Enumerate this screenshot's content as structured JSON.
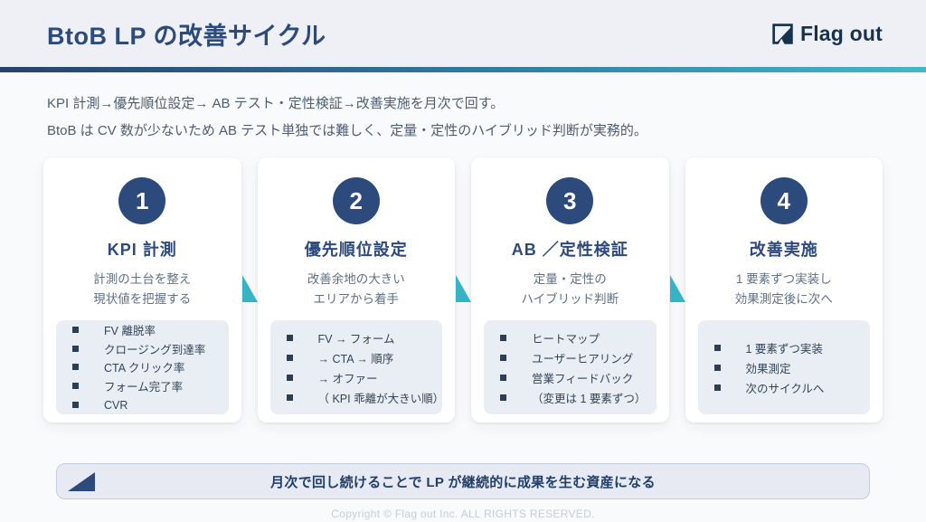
{
  "header": {
    "title": "BtoB LP の改善サイクル",
    "logo_text": "Flag out"
  },
  "intro": {
    "line1": "KPI 計測→優先順位設定→ AB テスト・定性検証→改善実施を月次で回す。",
    "line2": "BtoB は CV 数が少ないため AB テスト単独では難しく、定量・定性のハイブリッド判断が実務的。"
  },
  "cards": [
    {
      "number": "1",
      "title": "KPI 計測",
      "desc1": "計測の土台を整え",
      "desc2": "現状値を把握する",
      "items": [
        "FV 離脱率",
        "クロージング到達率",
        "CTA クリック率",
        "フォーム完了率",
        "CVR"
      ]
    },
    {
      "number": "2",
      "title": "優先順位設定",
      "desc1": "改善余地の大きい",
      "desc2": "エリアから着手",
      "items": [
        "FV → フォーム",
        "→ CTA → 順序",
        "→ オファー",
        "（ KPI 乖離が大きい順）"
      ]
    },
    {
      "number": "3",
      "title": "AB ／定性検証",
      "desc1": "定量・定性の",
      "desc2": "ハイブリッド判断",
      "items": [
        "ヒートマップ",
        "ユーザーヒアリング",
        "営業フィードバック",
        "（変更は 1 要素ずつ）"
      ]
    },
    {
      "number": "4",
      "title": "改善実施",
      "desc1": "1 要素ずつ実装し",
      "desc2": "効果測定後に次へ",
      "items": [
        "1 要素ずつ実装",
        "効果測定",
        "次のサイクルへ"
      ]
    }
  ],
  "banner": {
    "text": "月次で回し続けることで LP が継続的に成果を生む資産になる"
  },
  "footer": {
    "copyright": "Copyright © Flag out Inc. ALL RIGHTS RESERVED."
  },
  "colors": {
    "brand_navy": "#2c4a7c",
    "accent_teal": "#36b3c5",
    "header_bg": "#eef0f5",
    "list_bg": "#e9eef5",
    "banner_bg": "#e7eaf2"
  }
}
